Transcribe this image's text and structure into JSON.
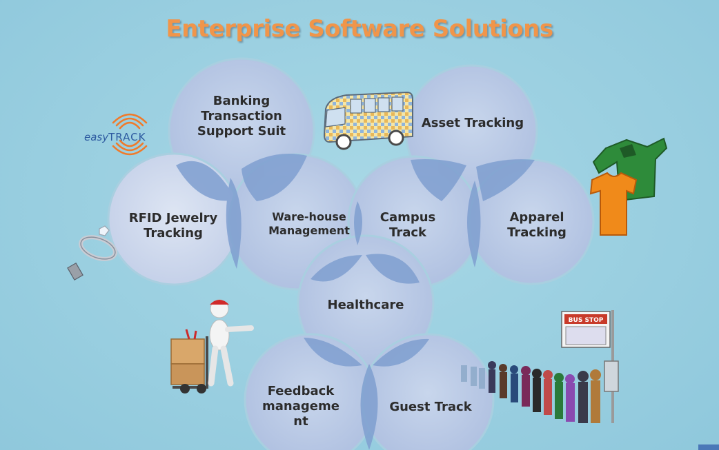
{
  "title": "Enterprise Software Solutions",
  "logo": {
    "prefix": "easy",
    "brand": "TRACK"
  },
  "circles": {
    "banking": {
      "label": "Banking Transaction Support Suit"
    },
    "asset": {
      "label": "Asset Tracking"
    },
    "rfid": {
      "label": "RFID Jewelry Tracking"
    },
    "warehouse": {
      "label": "Ware-house Management"
    },
    "campus": {
      "label": "Campus Track"
    },
    "apparel": {
      "label": "Apparel Tracking"
    },
    "healthcare": {
      "label": "Healthcare"
    },
    "feedback": {
      "label": "Feedback manageme nt"
    },
    "guest": {
      "label": "Guest Track"
    }
  },
  "bus_stop_sign": "BUS STOP",
  "colors": {
    "background": "#9ccfe0",
    "title": "#f0954a",
    "circle_fill": "#b6c9e4",
    "overlap": "#7e9fcf"
  }
}
